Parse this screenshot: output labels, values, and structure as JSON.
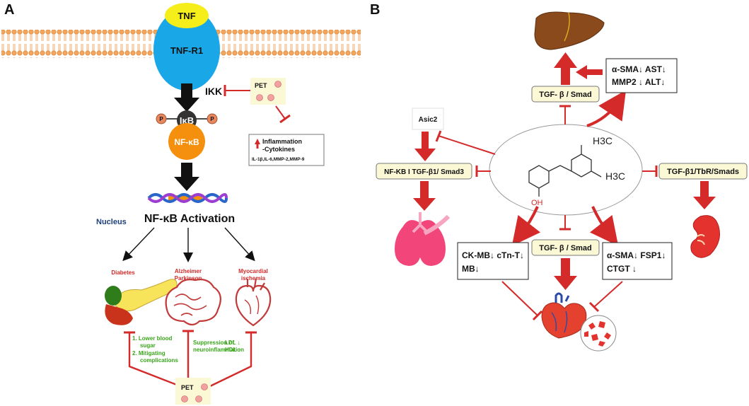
{
  "panel_a": {
    "label": "A",
    "tnf": "TNF",
    "tnf_r1": "TNF-R1",
    "ikk": "IKK",
    "pet_top": "PET",
    "p_left": "P",
    "p_right": "P",
    "ikb": "IκB",
    "nfkb": "NF-κB",
    "inflammation_title_1": "Inflammation",
    "inflammation_title_2": "-Cytokines",
    "cytokines": "IL-1β,IL-6,MMP-2,MMP-9",
    "nucleus": "Nucleus",
    "activation": "NF-κB Activation",
    "disease_1": "Diabetes",
    "disease_2_line1": "Alzheimer",
    "disease_2_line2": "Parkinson",
    "disease_3_line1": "Myocardial",
    "disease_3_line2": "ischemia",
    "effect_1_line1": "1. Lower blood",
    "effect_1_line2": "sugar",
    "effect_1_line3": "2. Mitigating",
    "effect_1_line4": "complications",
    "effect_2_line1": "Suppression of",
    "effect_2_line2": "neuroinflammation",
    "effect_3_line1": "LDL ↓",
    "effect_3_line2": "HDL ↑",
    "pet_bottom": "PET"
  },
  "panel_b": {
    "label": "B",
    "liver_pathway": "TGF- β / Smad",
    "liver_markers_1": "α-SMA↓ AST↓",
    "liver_markers_2": "MMP2 ↓ ALT↓",
    "asic2": "Asic2",
    "lung_pathway": "NF-KB I TGF-β1/ Smad3",
    "kidney_pathway": "TGF-β1/TbR/Smads",
    "heart_pathway": "TGF- β / Smad",
    "heart_markers_1": "CK-MB↓ cTn-T↓",
    "heart_markers_2": "MB↓",
    "fibro_markers_1": "α-SMA↓ FSP1↓",
    "fibro_markers_2": "CTGT ↓",
    "h3c_top": "H3C",
    "h3c_right": "H3C",
    "oh": "OH"
  },
  "colors": {
    "red": "#d42a2a",
    "green": "#3aa61c",
    "navy": "#1f3f7a",
    "tnf_yellow": "#f6ee1a",
    "receptor_blue": "#19a7e8",
    "nfkb_orange": "#f5900f",
    "label_bg": "#fbf8d6"
  }
}
